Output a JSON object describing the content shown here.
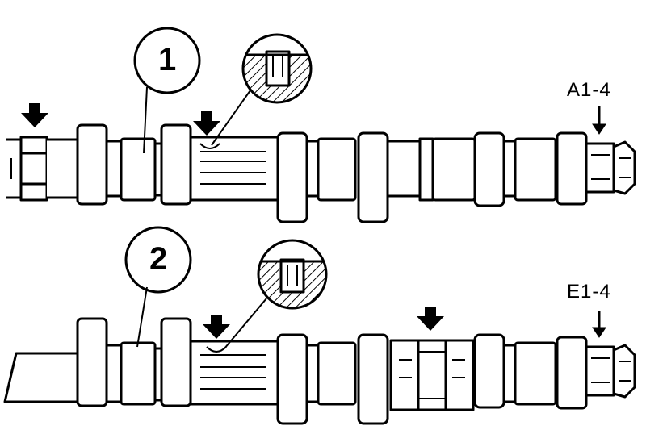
{
  "diagram": {
    "shafts": [
      {
        "callout": "1",
        "code": "A1-4"
      },
      {
        "callout": "2",
        "code": "E1-4"
      }
    ]
  }
}
